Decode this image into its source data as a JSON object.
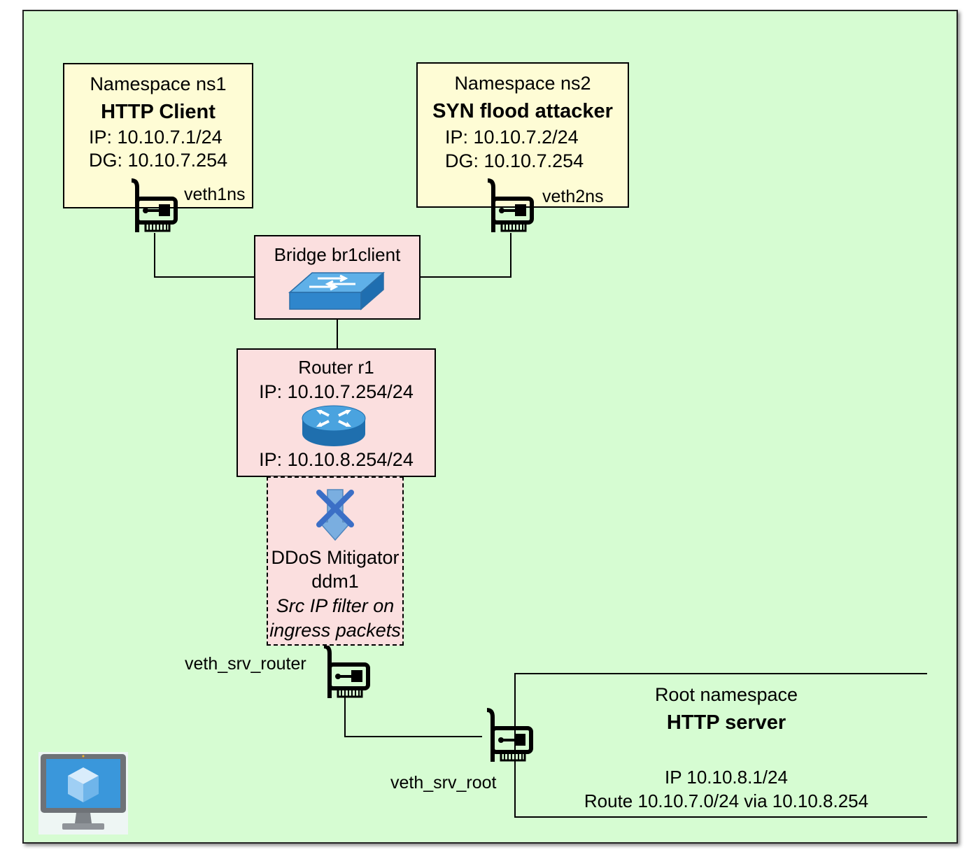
{
  "ns1": {
    "title": "Namespace ns1",
    "role": "HTTP Client",
    "ip": "IP: 10.10.7.1/24",
    "dg": "DG: 10.10.7.254",
    "iface": "veth1ns"
  },
  "ns2": {
    "title": "Namespace ns2",
    "role": "SYN flood attacker",
    "ip": "IP: 10.10.7.2/24",
    "dg": "DG: 10.10.7.254",
    "iface": "veth2ns"
  },
  "bridge": {
    "title": "Bridge br1client",
    "icon": "switch-icon"
  },
  "router": {
    "title": "Router r1",
    "ip_top": "IP: 10.10.7.254/24",
    "ip_bottom": "IP: 10.10.8.254/24",
    "icon": "router-icon"
  },
  "ddos": {
    "title": "DDoS Mitigator",
    "name": "ddm1",
    "desc1": "Src IP filter on",
    "desc2": "ingress packets",
    "icon": "blocked-arrow-icon"
  },
  "veth_srv_router": "veth_srv_router",
  "veth_srv_root": "veth_srv_root",
  "root": {
    "title": "Root namespace",
    "role": "HTTP server",
    "ip": "IP 10.10.8.1/24",
    "route": "Route 10.10.7.0/24 via 10.10.8.254"
  },
  "colors": {
    "background": "#d6fcd2",
    "namespace_box": "#fefcd5",
    "device_box": "#fbdfdf",
    "switch": "#3a8fd0",
    "router": "#2f7fbf"
  },
  "host_icon": "virtual-machine-monitor-icon"
}
